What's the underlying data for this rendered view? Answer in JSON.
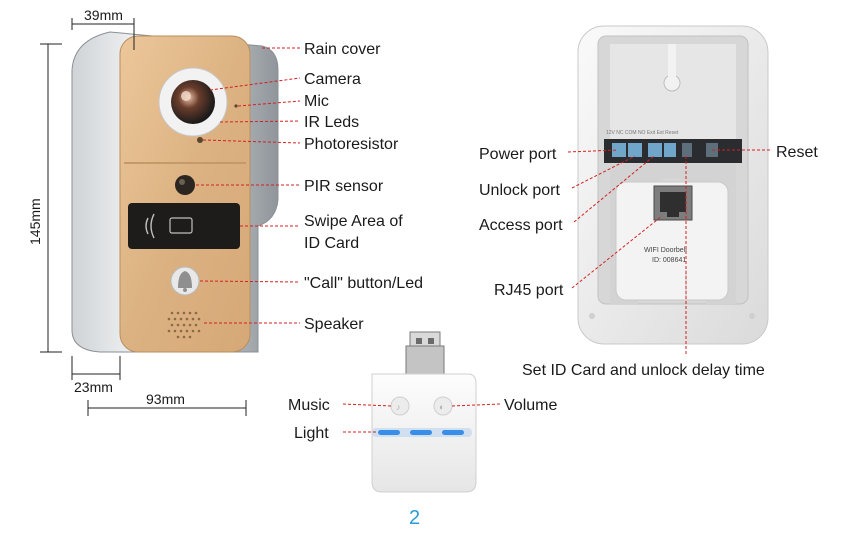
{
  "dimensions": {
    "depth_top": "39mm",
    "height": "145mm",
    "depth_bottom": "23mm",
    "width": "93mm"
  },
  "front_labels": {
    "rain_cover": "Rain cover",
    "camera": "Camera",
    "mic": "Mic",
    "ir_leds": "IR Leds",
    "photoresistor": "Photoresistor",
    "pir_sensor": "PIR sensor",
    "swipe_area_line1": "Swipe Area of",
    "swipe_area_line2": "ID Card",
    "call_button": "\"Call\" button/Led",
    "speaker": "Speaker"
  },
  "back_labels": {
    "power_port": "Power port",
    "unlock_port": "Unlock port",
    "access_port": "Access port",
    "rj45_port": "RJ45 port",
    "reset": "Reset",
    "set_id_card": "Set  ID Card and unlock delay time"
  },
  "back_panel_text": {
    "model_line1": "WIFI Doorbell",
    "model_line2": "ID: 008641",
    "port_strip": "12V    NC COM NO Exit  Ext         Reset"
  },
  "chime_labels": {
    "music": "Music",
    "volume": "Volume",
    "light": "Light"
  },
  "page_number": "2",
  "colors": {
    "leader_line": "#d42020",
    "gold_panel": "#e0b98a",
    "light_led": "#3a8fe8",
    "page_number": "#2a9bd4"
  }
}
